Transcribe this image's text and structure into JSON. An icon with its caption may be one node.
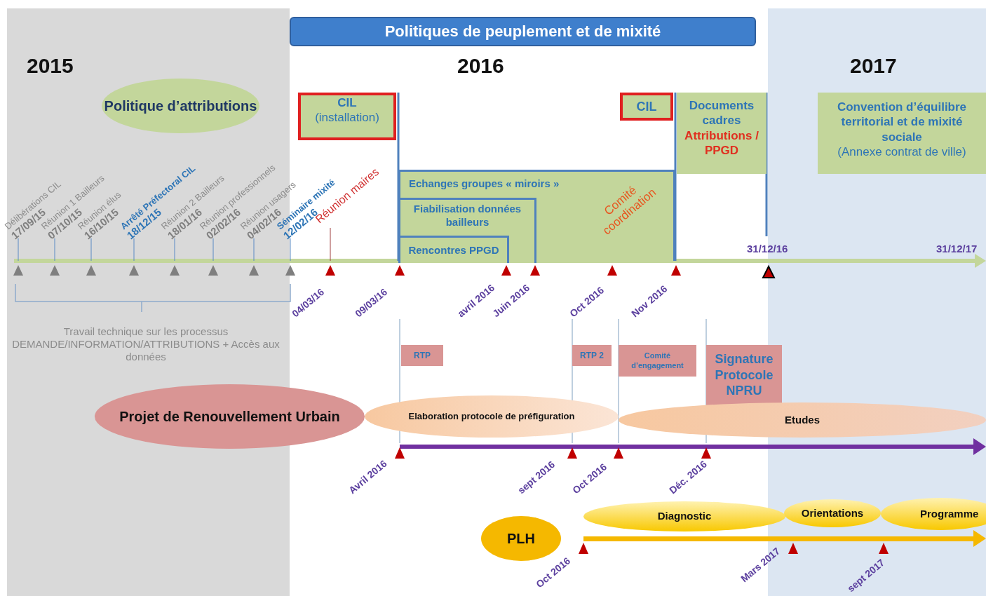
{
  "diagram": {
    "title": "Politiques de peuplement et de mixité",
    "nodes": [
      {
        "text": [
          "Politique d’attributions"
        ]
      },
      {
        "text": [
          "CIL",
          "(installation)"
        ]
      },
      {
        "text": [
          "CIL"
        ]
      },
      {
        "text": [
          "Documents cadres",
          "Attributions / PPGD"
        ]
      },
      {
        "text": [
          "Convention d’équilibre territorial et de mixité sociale",
          "(Annexe contrat de ville)"
        ]
      },
      {
        "text": [
          "Echanges groupes « miroirs »"
        ]
      },
      {
        "text": [
          "Fiabilisation données bailleurs"
        ],
        "in": 5
      },
      {
        "text": [
          "Rencontres PPGD"
        ],
        "in": 6
      },
      {
        "text": [
          "RTP"
        ]
      },
      {
        "text": [
          "RTP 2"
        ]
      },
      {
        "text": [
          "Comité d’engagement"
        ]
      },
      {
        "text": [
          "Signature Protocole NPRU"
        ]
      },
      {
        "text": [
          "Projet de Renouvellement Urbain"
        ]
      },
      {
        "text": [
          "Elaboration protocole de préfiguration"
        ]
      },
      {
        "text": [
          "Etudes"
        ]
      },
      {
        "text": [
          "PLH"
        ]
      },
      {
        "text": [
          "Diagnostic"
        ]
      },
      {
        "text": [
          "Orientations"
        ]
      },
      {
        "text": [
          "Programme"
        ]
      }
    ],
    "labels": [
      "2015",
      "2016",
      "2017",
      "Délibérations CIL",
      "17/09/15",
      "Réunion 1 Bailleurs",
      "07/10/15",
      "Réunion élus",
      "16/10/15",
      "Arrêté Préfectoral CIL",
      "18/12/15",
      "Réunion 2 Bailleurs",
      "18/01/16",
      "Réunion professionnels",
      "02/02/16",
      "Réunion usagers",
      "04/02/16",
      "Séminaire mixité",
      "12/02/16",
      "Réunion maires",
      "Comité coordination",
      "31/12/16",
      "31/12/17",
      "04/03/16",
      "09/03/16",
      "avril 2016",
      "Juin 2016",
      "Oct 2016",
      "Nov 2016",
      "Travail technique sur les processus DEMANDE/INFORMATION/ATTRIBUTIONS + Accès aux données",
      "Avril 2016",
      "sept 2016",
      "Oct 2016",
      "Déc. 2016",
      "Oct 2016",
      "Mars 2017",
      "sept 2017"
    ]
  }
}
